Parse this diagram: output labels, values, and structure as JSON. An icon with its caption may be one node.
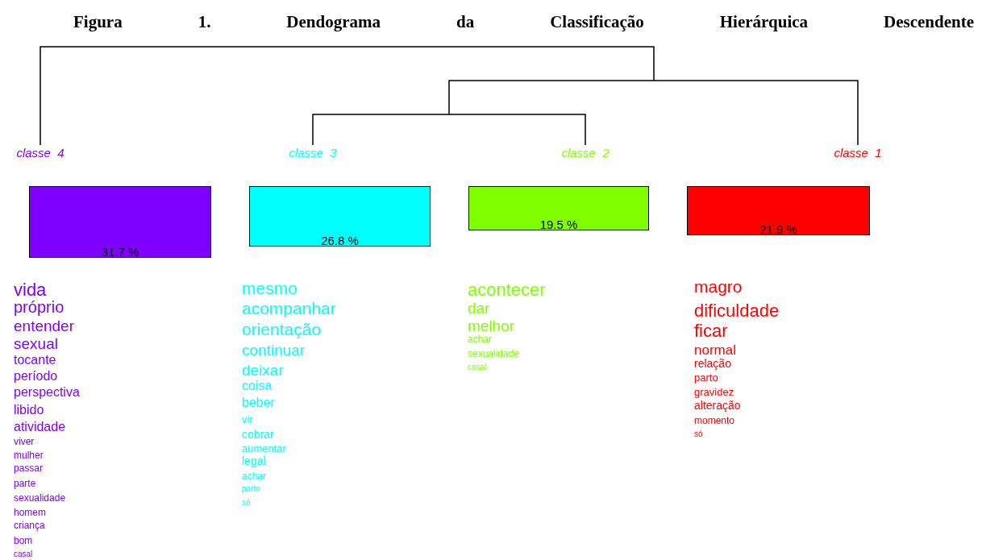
{
  "diagram": {
    "title": "Figura 1. Dendograma da Classificação Hierárquica Descendente",
    "nodes": [
      {
        "text": [
          "31.7 %"
        ],
        "beside": [
          "classe  4",
          "vida",
          "próprio",
          "entender",
          "sexual",
          "tocante",
          "período",
          "perspectiva",
          "libido",
          "atividade",
          "viver",
          "mulher",
          "passar",
          "parte",
          "sexualidade",
          "homem",
          "criança",
          "bom",
          "casal"
        ]
      },
      {
        "text": [
          "26.8 %"
        ],
        "beside": [
          "classe  3",
          "mesmo",
          "acompanhar",
          "orientação",
          "continuar",
          "deixar",
          "coisa",
          "beber",
          "vir",
          "cobrar",
          "aumentar",
          "legal",
          "achar",
          "parto",
          "só"
        ]
      },
      {
        "text": [
          "19.5 %"
        ],
        "beside": [
          "classe  2",
          "acontecer",
          "dar",
          "melhor",
          "achar",
          "sexualidade",
          "casal"
        ]
      },
      {
        "text": [
          "21.9 %"
        ],
        "beside": [
          "classe  1",
          "magro",
          "dificuldade",
          "ficar",
          "normal",
          "relação",
          "parto",
          "gravidez",
          "alteração",
          "momento",
          "só"
        ]
      }
    ]
  }
}
